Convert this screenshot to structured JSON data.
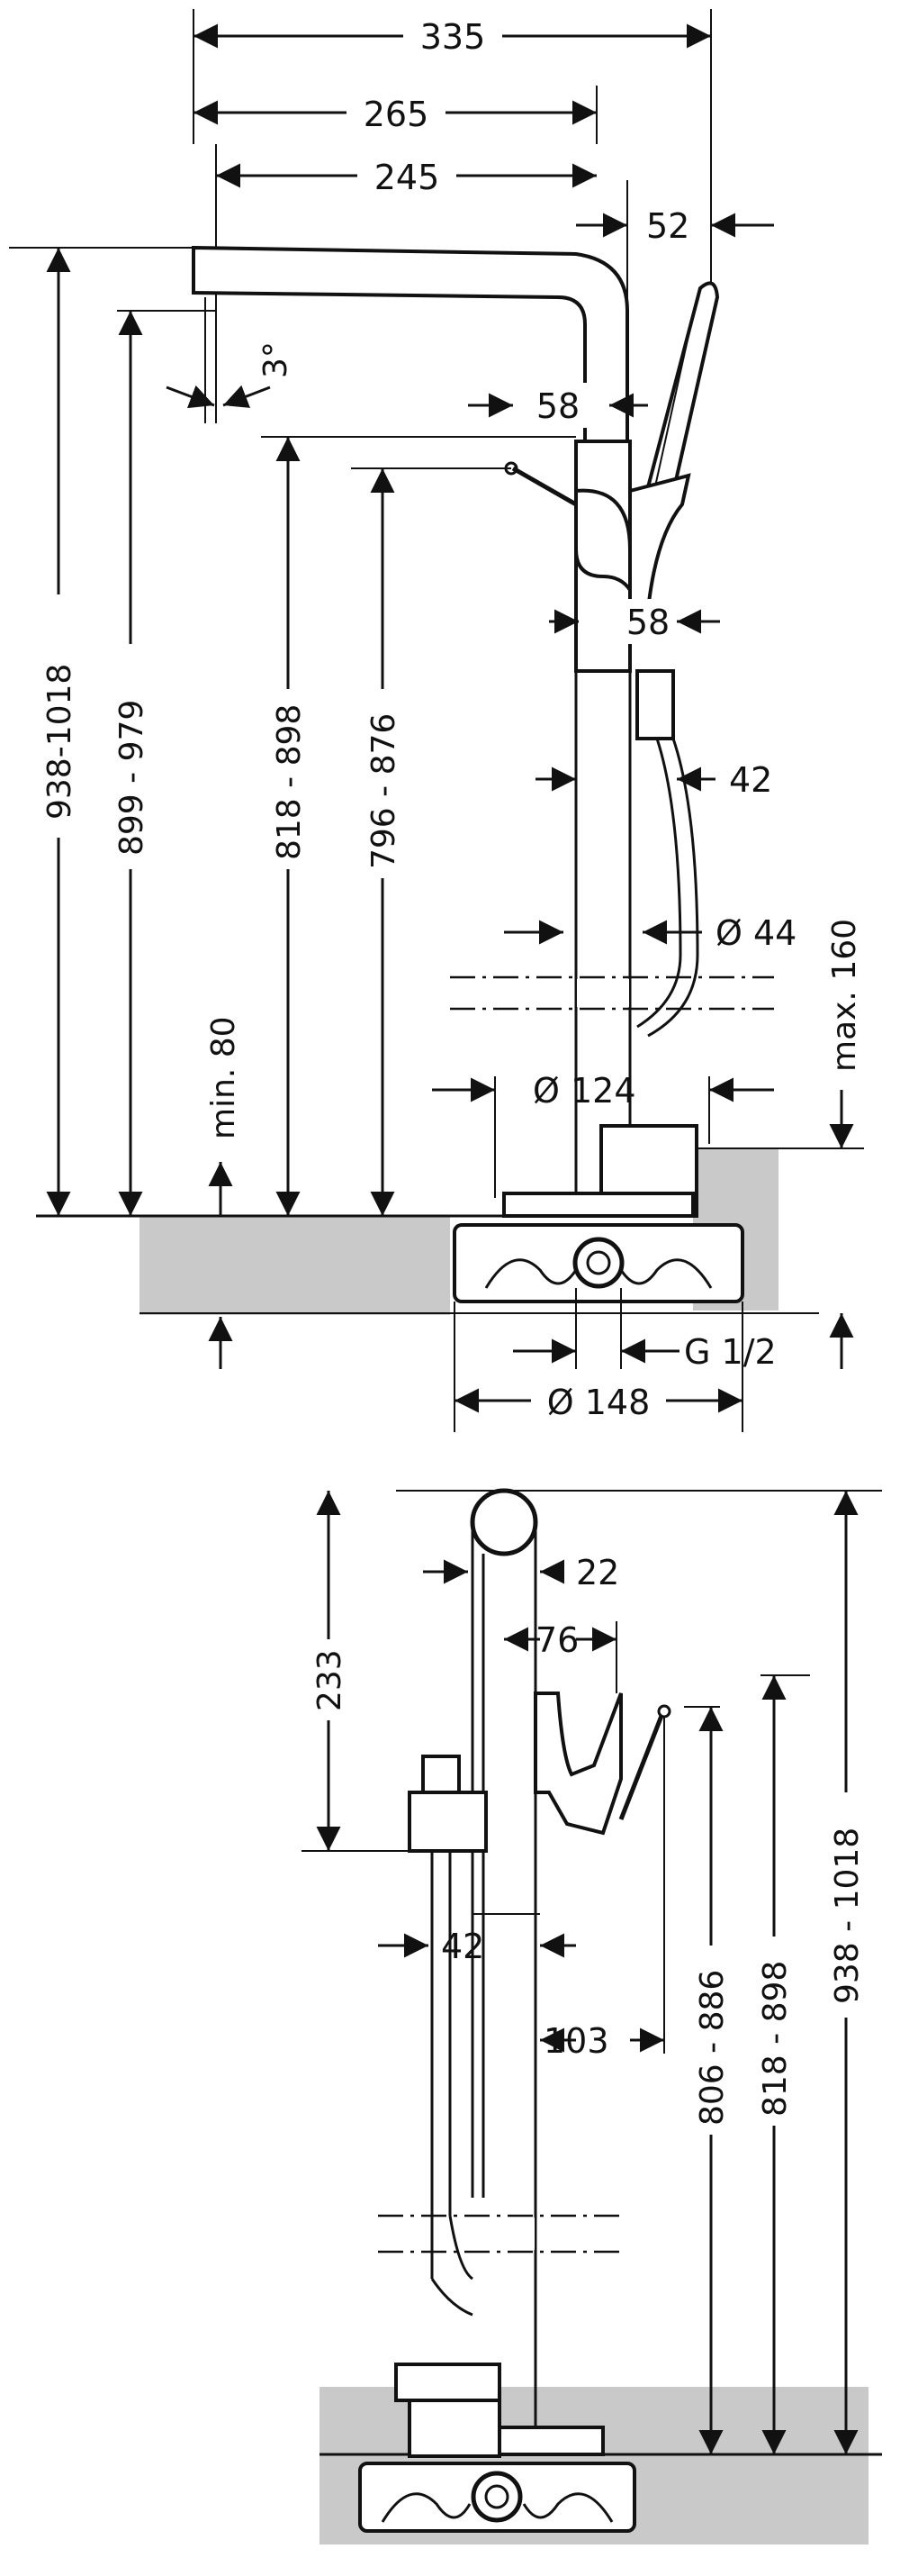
{
  "top_view": {
    "width_total": "335",
    "width_spout": "265",
    "width_outlet": "245",
    "handshower_offset": "52",
    "spout_angle": "3°",
    "body_width_upper": "58",
    "body_width_lower": "58",
    "pipe_gap": "42",
    "pipe_diameter": "Ø 44",
    "rosette_diameter": "Ø 124",
    "base_diameter": "Ø 148",
    "connection": "G 1/2",
    "max_height_note": "max. 160",
    "min_depth_note": "min. 80",
    "h_total": "938-1018",
    "h_outlet": "899 - 979",
    "h_lever": "818 - 898",
    "h_shower_holder": "796 - 876"
  },
  "side_view": {
    "h_head": "233",
    "pipe_22": "22",
    "spout_76": "76",
    "hose_42": "42",
    "handshower_103": "103",
    "h_806": "806 - 886",
    "h_818": "818 - 898",
    "h_938": "938 - 1018"
  }
}
